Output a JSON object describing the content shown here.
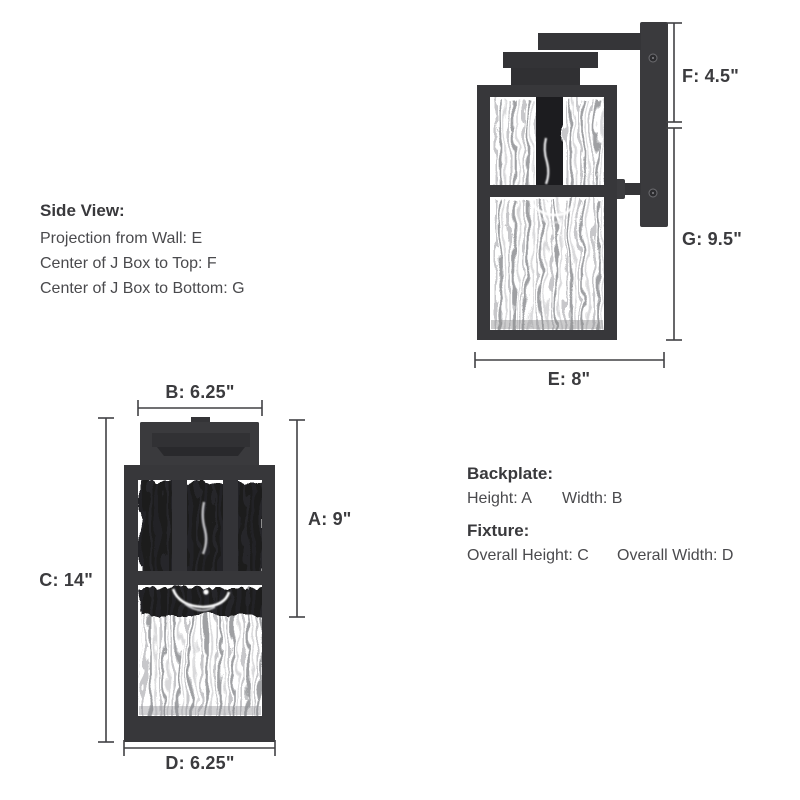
{
  "side_view": {
    "heading": "Side View:",
    "lines": [
      "Projection from Wall: E",
      "Center of J Box to Top: F",
      "Center of J Box to Bottom: G"
    ],
    "dim_f": "F: 4.5\"",
    "dim_g": "G: 9.5\"",
    "dim_e": "E: 8\""
  },
  "front_view": {
    "dim_b": "B: 6.25\"",
    "dim_a": "A: 9\"",
    "dim_c": "C: 14\"",
    "dim_d": "D: 6.25\""
  },
  "legend": {
    "backplate_heading": "Backplate:",
    "backplate_height": "Height: A",
    "backplate_width": "Width: B",
    "fixture_heading": "Fixture:",
    "fixture_overall_height": "Overall Height: C",
    "fixture_overall_width": "Overall Width: D"
  },
  "colors": {
    "fixture": "#37373a",
    "glass_white": "#ffffff",
    "dimension_line": "#414144",
    "text": "#3b3b3e"
  }
}
